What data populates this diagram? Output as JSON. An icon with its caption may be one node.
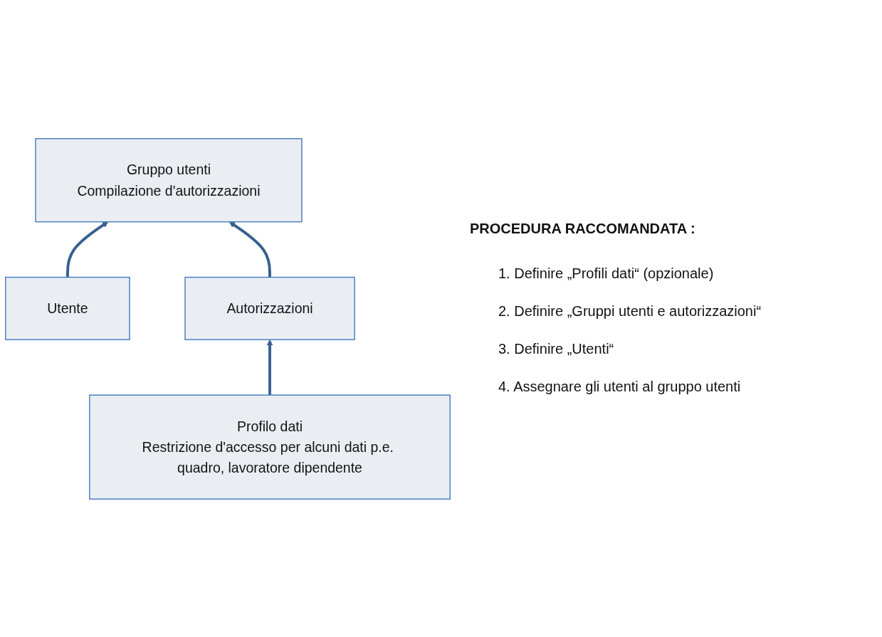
{
  "diagram": {
    "nodes": [
      {
        "text": [
          "Gruppo utenti",
          "Compilazione d'autorizzazioni"
        ]
      },
      {
        "text": [
          "Utente"
        ]
      },
      {
        "text": [
          "Autorizzazioni"
        ]
      },
      {
        "text": [
          "Profilo dati",
          "Restrizione d'accesso per alcuni dati p.e. quadro, lavoratore dipendente"
        ]
      }
    ],
    "edges": [
      {
        "from": 1,
        "to": 0,
        "arrow": "to"
      },
      {
        "from": 2,
        "to": 0,
        "arrow": "to"
      },
      {
        "from": 3,
        "to": 2,
        "arrow": "to"
      }
    ],
    "labels": [
      "PROCEDURA RACCOMANDATA :",
      "1. Definire „Profili dati“ (opzionale)",
      "2. Definire „Gruppi utenti e autorizzazioni“",
      "3. Definire „Utenti“",
      "4. Assegnare gli utenti al gruppo utenti"
    ]
  }
}
